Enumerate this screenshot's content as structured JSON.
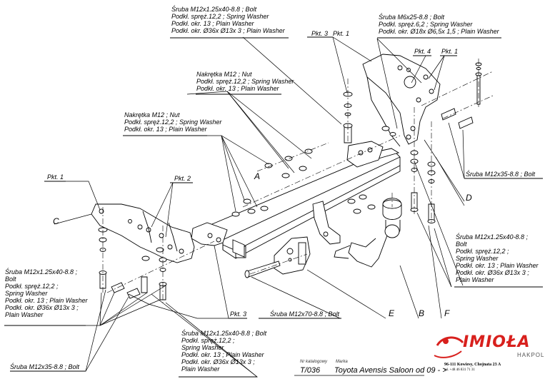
{
  "labels": {
    "top_bolt": [
      "Śruba M12x1.25x40-8.8 ;  Bolt",
      "Podkł. spręż.12,2 ; Spring Washer",
      "Podkł. okr. 13 ; Plain Washer",
      "Podkł. okr. Ø36x Ø13x 3 ; Plain Washer"
    ],
    "top_right_bolt": [
      "Śruba M6x25-8.8 ;  Bolt",
      "Podkł. spręż.6,2 ; Spring Washer",
      "Podkł. okr. Ø18x Ø6,5x 1,5 ; Plain Washer"
    ],
    "nut_upper": [
      "Nakrętka  M12 ; Nut",
      "Podkł. spręż.12,2 ; Spring Washer",
      "Podkł. okr. 13 ; Plain Washer"
    ],
    "nut_left": [
      "Nakrętka  M12 ; Nut",
      "Podkł. spręż.12,2 ; Spring Washer",
      "Podkł. okr. 13 ; Plain Washer"
    ],
    "right_bolt_12x35": "Śruba M12x35-8.8 ;  Bolt",
    "right_bolt_block": [
      "Śruba M12x1.25x40-8.8 ;",
      "Bolt",
      "Podkł. spręż.12,2 ;",
      "Spring Washer",
      "Podkł. okr. 13 ; Plain Washer",
      "Podkł. okr.  Ø36x Ø13x 3 ;",
      "Plain Washer"
    ],
    "left_bolt_block": [
      "Śruba M12x1.25x40-8.8 ;",
      "Bolt",
      "Podkł. spręż.12,2 ;",
      "Spring Washer",
      "Podkł. okr. 13 ; Plain Washer",
      "Podkł. okr. Ø36x Ø13x 3 ;",
      "Plain Washer"
    ],
    "bottom_bolt_block": [
      "Śruba M12x1.25x40-8.8 ;  Bolt",
      "Podkł. spręż.12,2 ;",
      "Spring Washer",
      "Podkł. okr. 13 ; Plain Washer",
      "Podkł. okr. Ø36x Ø13x 3 ;",
      "Plain Washer"
    ],
    "bottom_left_bolt": "Śruba M12x35-8.8 ;  Bolt",
    "m12x70": "Śruba M12x70-8.8 ;  Bolt"
  },
  "points": {
    "pkt3_top": "Pkt. 3",
    "pkt1_top": "Pkt. 1",
    "pkt4": "Pkt. 4",
    "pkt1_plate": "Pkt. 1",
    "pkt1_left": "Pkt. 1",
    "pkt2": "Pkt. 2",
    "pkt3_bottom": "Pkt. 3"
  },
  "letters": {
    "A": "A",
    "B": "B",
    "C": "C",
    "D": "D",
    "E": "E",
    "F": "F"
  },
  "footer": {
    "catalog_label": "Nr katalogowy",
    "brand_label": "Marka",
    "catalog_no": "T/036",
    "model": "Toyota Avensis Saloon  od  09 - >",
    "logo": "IMIOŁA",
    "logo_sub": "HAKPOL",
    "address": "96-111 Kowiesy, Chojnata 23 A",
    "phone": "tel. +48 46 831 71 31"
  },
  "colors": {
    "logo_red": "#d8201d",
    "line": "#000000"
  }
}
